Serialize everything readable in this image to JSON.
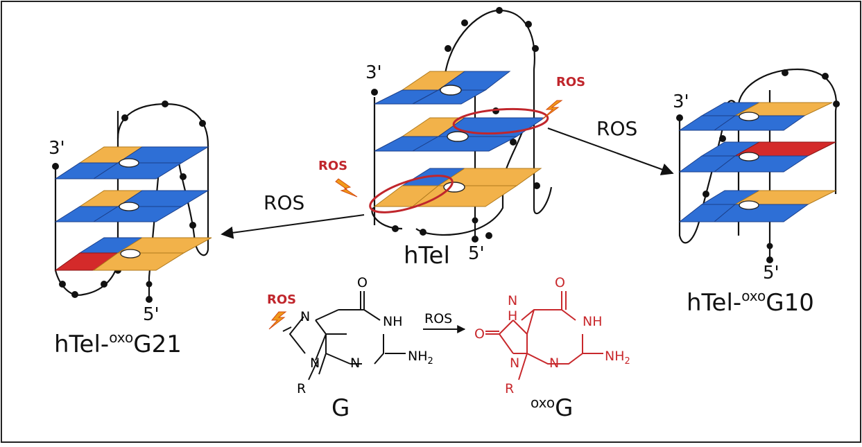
{
  "labels": {
    "center": "hTel",
    "left": "hTel-",
    "left_sup": "oxo",
    "left_suffix": "G21",
    "right": "hTel-",
    "right_sup": "oxo",
    "right_suffix": "G10",
    "ros": "ROS",
    "three_prime": "3'",
    "five_prime": "5'",
    "guanine": "G",
    "oxoguanine_sup": "oxo",
    "oxoguanine": "G",
    "nh": "NH",
    "n": "N",
    "h": "H",
    "o": "O",
    "r": "R",
    "nh2": "NH",
    "nh2_sub": "2"
  },
  "colors": {
    "guanine_tetrad": "#2e6fd6",
    "guanine_syn": "#f2b24a",
    "oxidized": "#d42a2a",
    "ros": "#c0262c"
  }
}
